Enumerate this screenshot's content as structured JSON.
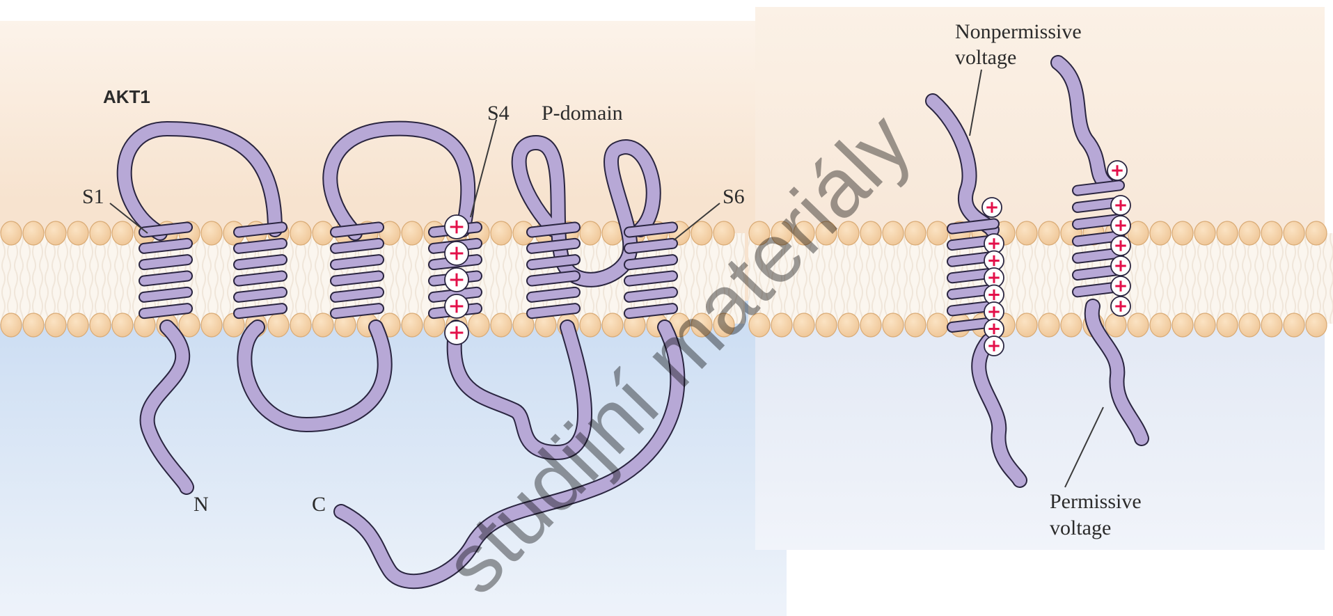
{
  "left_panel": {
    "protein_label": "AKT1",
    "segment_labels": {
      "s1": "S1",
      "s4": "S4",
      "s6": "S6",
      "p_domain": "P-domain"
    },
    "terminus_labels": {
      "n": "N",
      "c": "C"
    },
    "s4_charge_symbol": "+",
    "s4_charge_count": 5
  },
  "right_panel": {
    "nonpermissive_label": [
      "Nonpermissive",
      "voltage"
    ],
    "permissive_label": [
      "Permissive",
      "voltage"
    ],
    "charge_symbol": "+",
    "nonpermissive_charges": 8,
    "permissive_charges": 7
  },
  "watermark": "studijní materiály",
  "colors": {
    "extracellular": "#f7e6d4",
    "intracellular": "#d5e3f4",
    "lipid_head": "#f3d2a8",
    "lipid_head_edge": "#d9aa74",
    "helix_fill": "#b7a8d6",
    "helix_edge": "#2a2540",
    "charge_plus": "#e3104a"
  }
}
